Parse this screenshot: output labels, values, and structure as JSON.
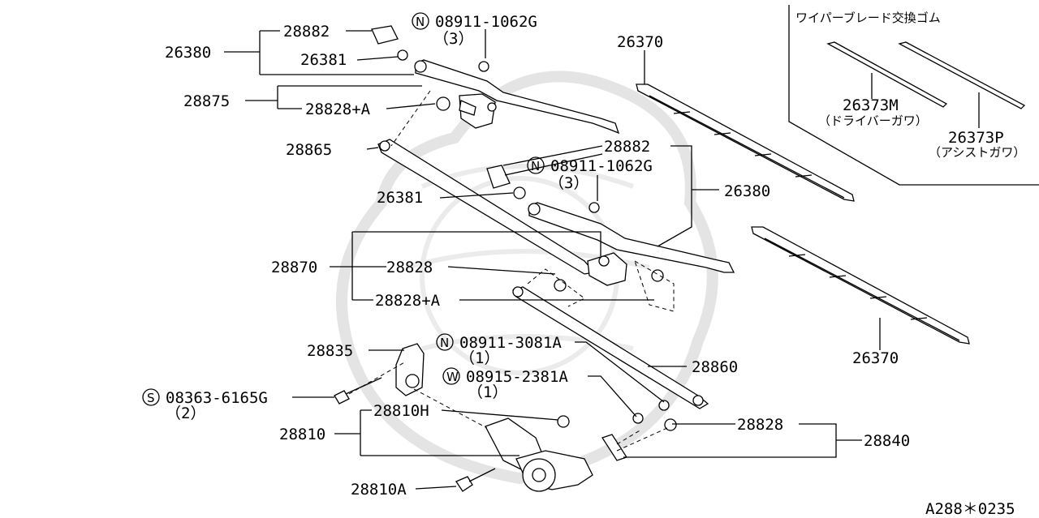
{
  "labels": {
    "p26380_top": "26380",
    "p28882_top": "28882",
    "n_circle": "N",
    "w_circle": "W",
    "s_circle": "S",
    "p08911_1062g_top": "08911-1062G",
    "qty3_top": "（3）",
    "p26381_top": "26381",
    "p28875": "28875",
    "p28828a_top": "28828+A",
    "p28865": "28865",
    "p28882_mid": "28882",
    "p08911_1062g_mid": "08911-1062G",
    "qty3_mid": "（3）",
    "p26381_mid": "26381",
    "p26380_mid": "26380",
    "p28870": "28870",
    "p28828_mid": "28828",
    "p28828a_mid": "28828+A",
    "p08911_3081a": "08911-3081A",
    "qty1_a": "（1）",
    "p28835": "28835",
    "p08915_2381a": "08915-2381A",
    "qty1_b": "（1）",
    "p28860": "28860",
    "p08363_6165g": "08363-6165G",
    "qty2": "（2）",
    "p28810h": "28810H",
    "p28810": "28810",
    "p28828_bot": "28828",
    "p28840": "28840",
    "p28810a": "28810A",
    "p26370_top": "26370",
    "p26370_bot": "26370",
    "inset_title": "ワイパーブレード交換ゴム",
    "p26373m": "26373M",
    "p26373m_desc": "（ドライバーガワ）",
    "p26373p": "26373P",
    "p26373p_desc": "（アシストガワ）",
    "diagram_code": "A288＊0235"
  }
}
